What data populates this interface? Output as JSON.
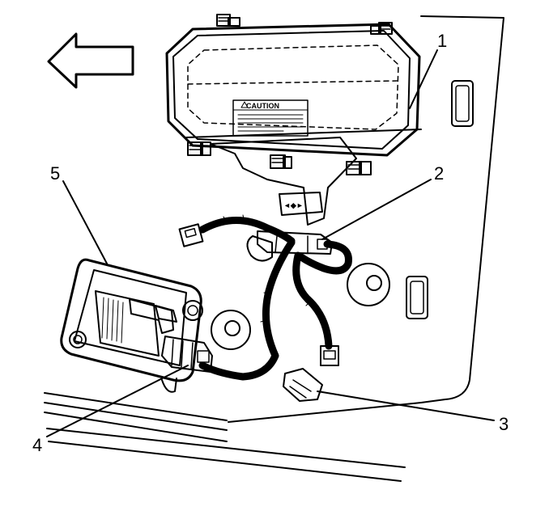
{
  "callouts": {
    "c1": "1",
    "c2": "2",
    "c3": "3",
    "c4": "4",
    "c5": "5"
  },
  "caution_label": "CAUTION",
  "colors": {
    "line": "#000000",
    "background": "#ffffff",
    "fill_light": "#f2f2f2"
  }
}
